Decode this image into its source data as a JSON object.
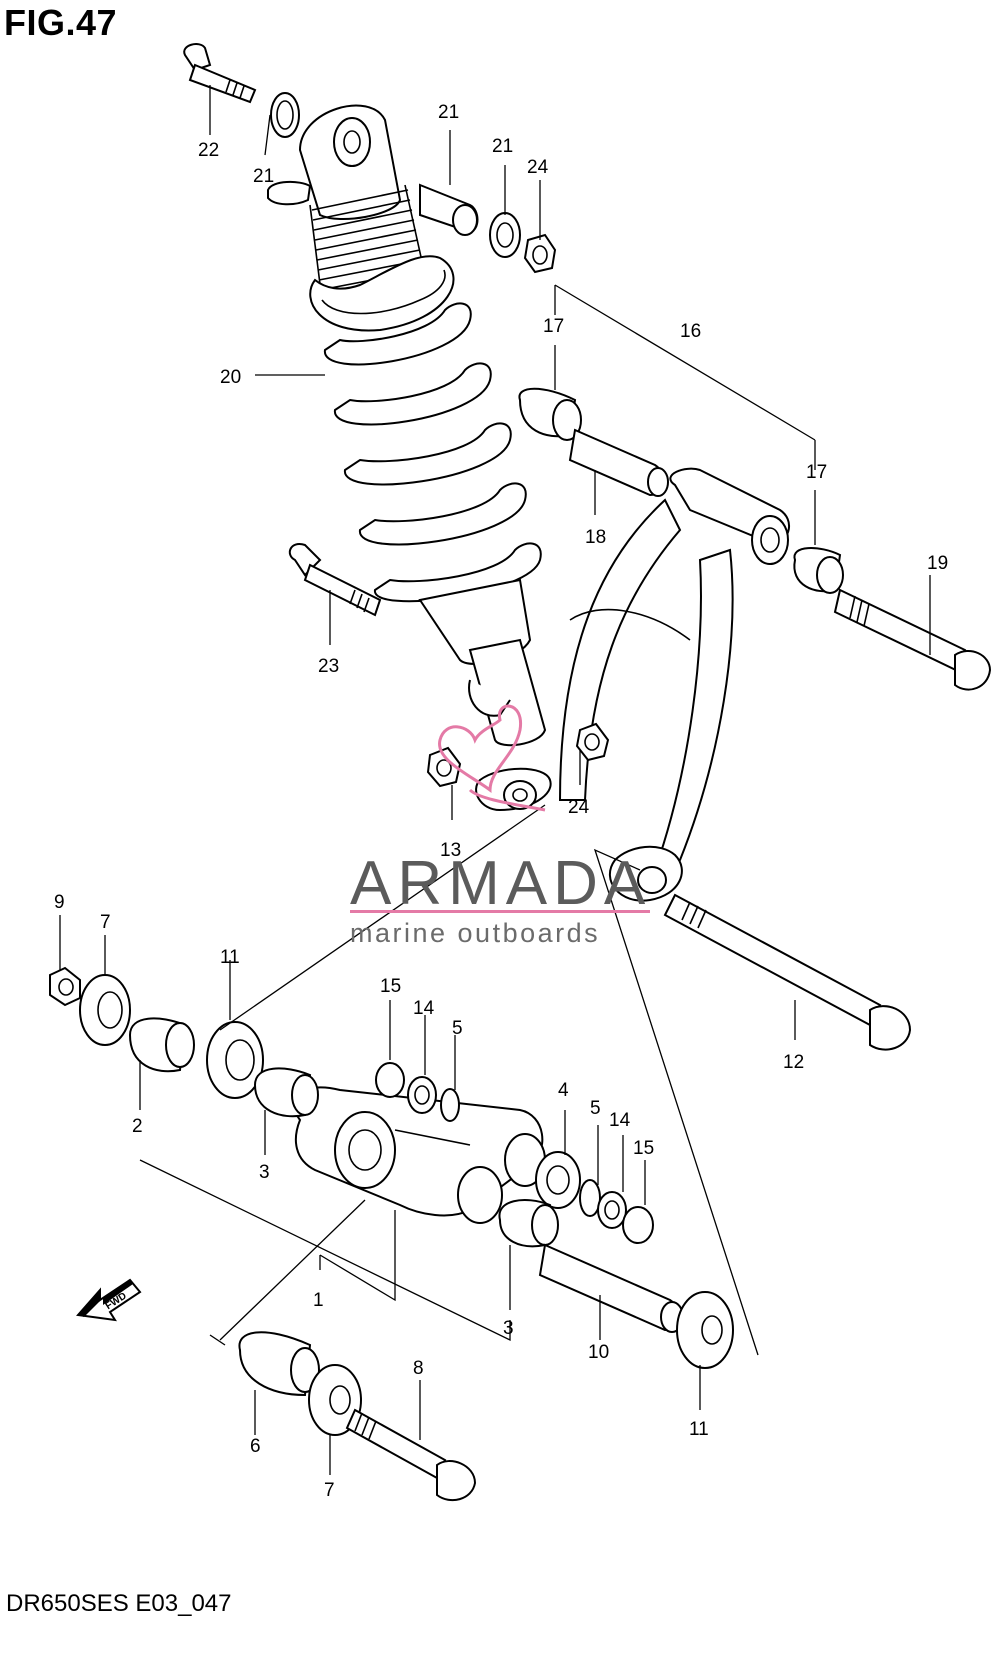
{
  "figure": {
    "title": "FIG.47",
    "footer": "DR650SES E03_047"
  },
  "watermark": {
    "brand": "ARMADA",
    "tagline": "marine outboards",
    "accent_color": "#e47aa6",
    "text_color": "#5b5b5b"
  },
  "icons": {
    "fwd_arrow": "fwd-arrow-icon",
    "logo_mark": "heart-logo-icon"
  },
  "fwd_label": "FWD",
  "callouts": [
    "1",
    "2",
    "3",
    "3",
    "4",
    "5",
    "5",
    "6",
    "7",
    "7",
    "8",
    "9",
    "10",
    "11",
    "11",
    "12",
    "13",
    "14",
    "14",
    "15",
    "15",
    "16",
    "17",
    "17",
    "18",
    "19",
    "20",
    "21",
    "21",
    "21",
    "22",
    "23",
    "24",
    "24"
  ]
}
